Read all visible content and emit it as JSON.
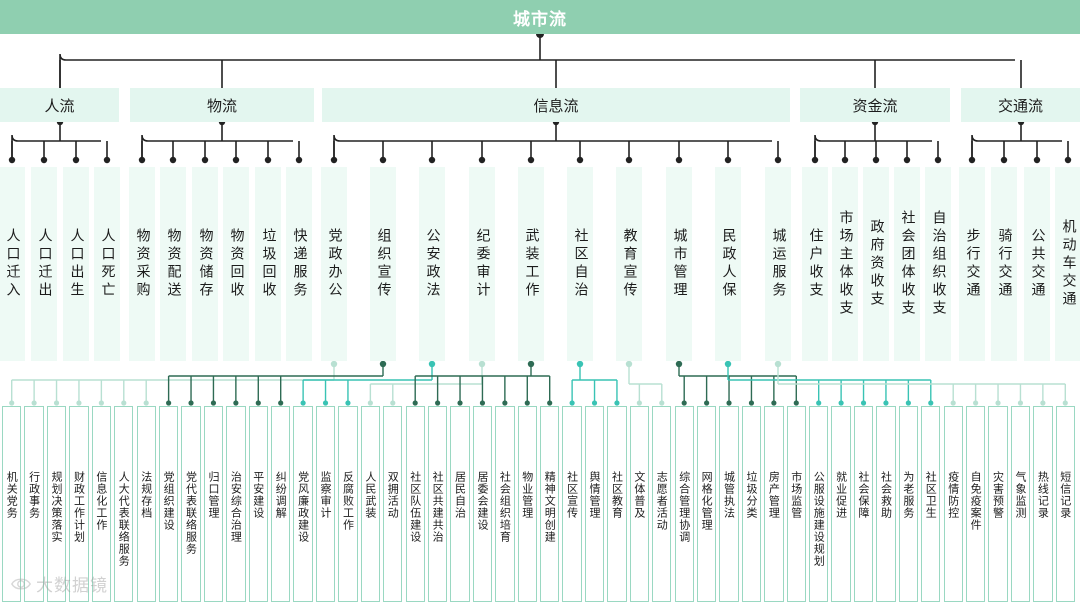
{
  "title": "城市流",
  "colors": {
    "root_bg": "#8fcfb0",
    "category_bg": "#e3f6ef",
    "sub_bg": "#eefaf5",
    "line": "#222222",
    "leaf_border": "#9ad8c2",
    "dot_dark": "#2e6b54",
    "dot_teal": "#39c3b4",
    "dot_light": "#b8e0d2"
  },
  "categories": [
    {
      "label": "人流",
      "subs": [
        "人口迁入",
        "人口迁出",
        "人口出生",
        "人口死亡"
      ]
    },
    {
      "label": "物流",
      "subs": [
        "物资采购",
        "物资配送",
        "物资储存",
        "物资回收",
        "垃圾回收",
        "快递服务"
      ]
    },
    {
      "label": "信息流",
      "subs": [
        "党政办公",
        "组织宣传",
        "公安政法",
        "纪委审计",
        "武装工作",
        "社区自治",
        "教育宣传",
        "城市管理",
        "民政人保",
        "城运服务"
      ]
    },
    {
      "label": "资金流",
      "subs": [
        "住户收支",
        "市场主体收支",
        "政府资收支",
        "社会团体收支",
        "自治组织收支"
      ]
    },
    {
      "label": "交通流",
      "subs": [
        "步行交通",
        "骑行交通",
        "公共交通",
        "机动车交通"
      ]
    }
  ],
  "leaves": [
    "机关党务",
    "行政事务",
    "规划决策落实",
    "财政工作计划",
    "信息化工作",
    "人大代表联络服务",
    "法规存档",
    "党组织建设",
    "党代表联络服务",
    "归口管理",
    "治安综合治理",
    "平安建设",
    "纠纷调解",
    "党风廉政建设",
    "监察审计",
    "反腐败工作",
    "人民武装",
    "双拥活动",
    "社区队伍建设",
    "社区共建共治",
    "居民自治",
    "居委会建设",
    "社会组织培育",
    "物业管理",
    "精神文明创建",
    "社区宣传",
    "舆情管理",
    "社区教育",
    "文体普及",
    "志愿者活动",
    "综合管理协调",
    "网格化管理",
    "城管执法",
    "垃圾分类",
    "房产管理",
    "市场监管",
    "公服设施建设规划",
    "就业促进",
    "社会保障",
    "社会救助",
    "为老服务",
    "社区卫生",
    "疫情防控",
    "自免疫案件",
    "灾害预警",
    "气象监测",
    "热线记录",
    "短信记录"
  ],
  "watermark": "大数据镜"
}
